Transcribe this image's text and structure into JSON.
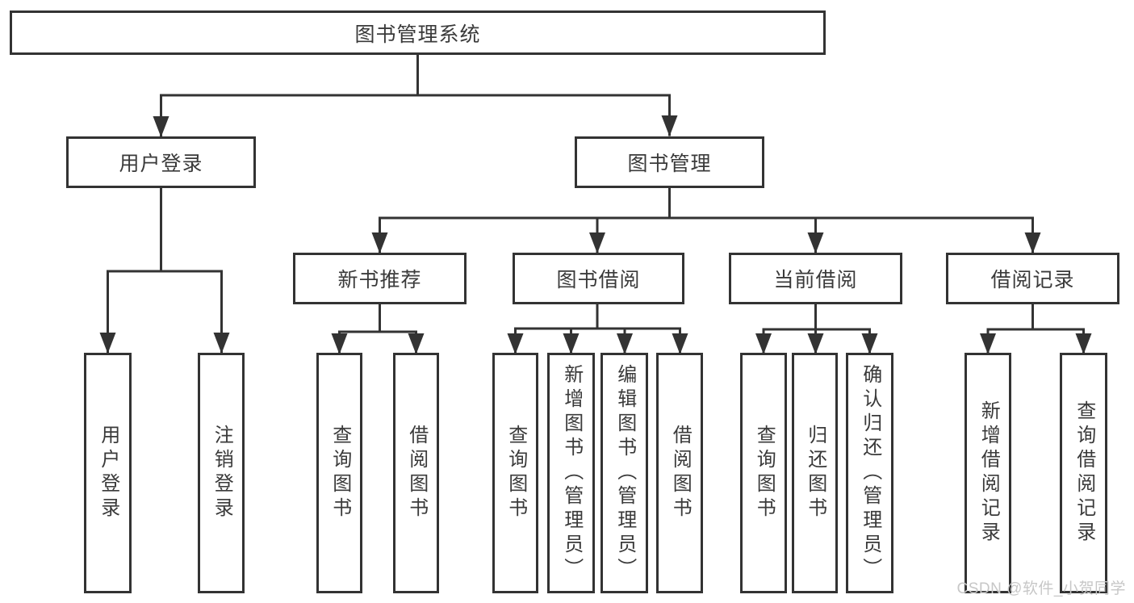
{
  "diagram": {
    "root": {
      "label": "图书管理系统"
    },
    "level2": [
      {
        "label": "用户登录",
        "leaves": [
          "用户登录",
          "注销登录"
        ]
      },
      {
        "label": "图书管理"
      }
    ],
    "level3": [
      {
        "label": "新书推荐",
        "leaves": [
          "查询图书",
          "借阅图书"
        ]
      },
      {
        "label": "图书借阅",
        "leaves": [
          "查询图书",
          "新增图书（管理员）",
          "编辑图书（管理员）",
          "借阅图书"
        ]
      },
      {
        "label": "当前借阅",
        "leaves": [
          "查询图书",
          "归还图书",
          "确认归还（管理员）"
        ]
      },
      {
        "label": "借阅记录",
        "leaves": [
          "新增借阅记录",
          "查询借阅记录"
        ]
      }
    ],
    "watermark": "CSDN @软件_小贺同学",
    "colors": {
      "line": "#333333",
      "text": "#3a3a3a",
      "background": "#ffffff",
      "watermark": "#c7c7c7"
    }
  }
}
